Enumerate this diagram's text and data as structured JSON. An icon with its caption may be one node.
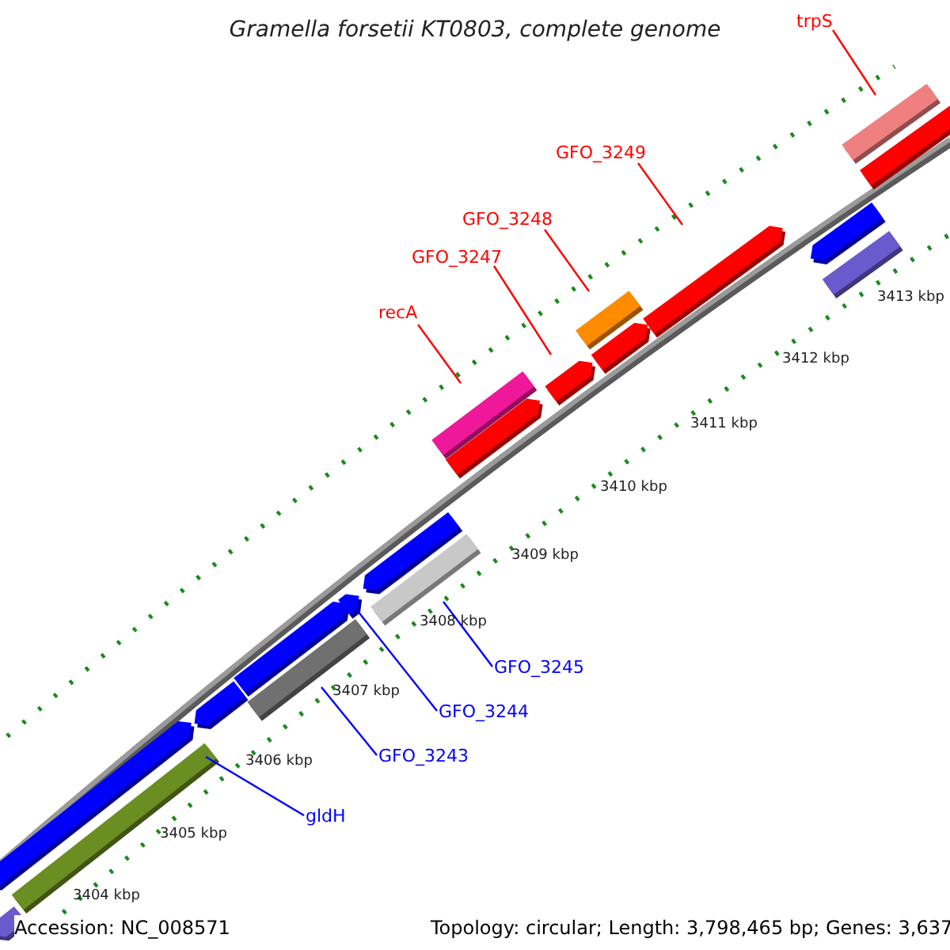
{
  "diagram": {
    "title": "Gramella forsetii KT0803, complete genome",
    "nodes": [
      {
        "text": [
          "trpS"
        ]
      },
      {
        "text": [
          "GFO_3249"
        ]
      },
      {
        "text": [
          "GFO_3248"
        ]
      },
      {
        "text": [
          "GFO_3247"
        ]
      },
      {
        "text": [
          "recA"
        ]
      },
      {
        "text": [
          "GFO_3245"
        ]
      },
      {
        "text": [
          "GFO_3244"
        ]
      },
      {
        "text": [
          "GFO_3243"
        ]
      },
      {
        "text": [
          "gldH"
        ]
      },
      {
        "text": [],
        "shape": "bar"
      },
      {
        "text": [],
        "shape": "bar"
      },
      {
        "text": [],
        "shape": "bar"
      },
      {
        "text": [],
        "shape": "bar"
      },
      {
        "text": [],
        "shape": "bar"
      },
      {
        "text": [],
        "shape": "bar"
      },
      {
        "text": [],
        "shape": "bar"
      },
      {
        "text": [],
        "shape": "bar"
      },
      {
        "text": [],
        "shape": "bar"
      }
    ],
    "edges": [
      {
        "from": 0,
        "to": 9,
        "arrow": "none"
      },
      {
        "from": 1,
        "to": 10,
        "arrow": "none"
      },
      {
        "from": 2,
        "to": 11,
        "arrow": "none"
      },
      {
        "from": 3,
        "to": 12,
        "arrow": "none"
      },
      {
        "from": 4,
        "to": 13,
        "arrow": "none"
      },
      {
        "from": 5,
        "to": 14,
        "arrow": "none",
        "color": "#0000ff"
      },
      {
        "from": 6,
        "to": 15,
        "arrow": "none",
        "color": "#0000ff"
      },
      {
        "from": 7,
        "to": 16,
        "arrow": "none",
        "color": "#0000ff"
      },
      {
        "from": 8,
        "to": 17,
        "arrow": "none",
        "color": "#0000ff"
      }
    ],
    "labels": [
      "3413 kbp",
      "3412 kbp",
      "3411 kbp",
      "3410 kbp",
      "3409 kbp",
      "3408 kbp",
      "3407 kbp",
      "3406 kbp",
      "3405 kbp",
      "3404 kbp",
      "Accession: NC_008571",
      "Topology: circular; Length: 3,798,465 bp; Genes: 3,637"
    ]
  }
}
